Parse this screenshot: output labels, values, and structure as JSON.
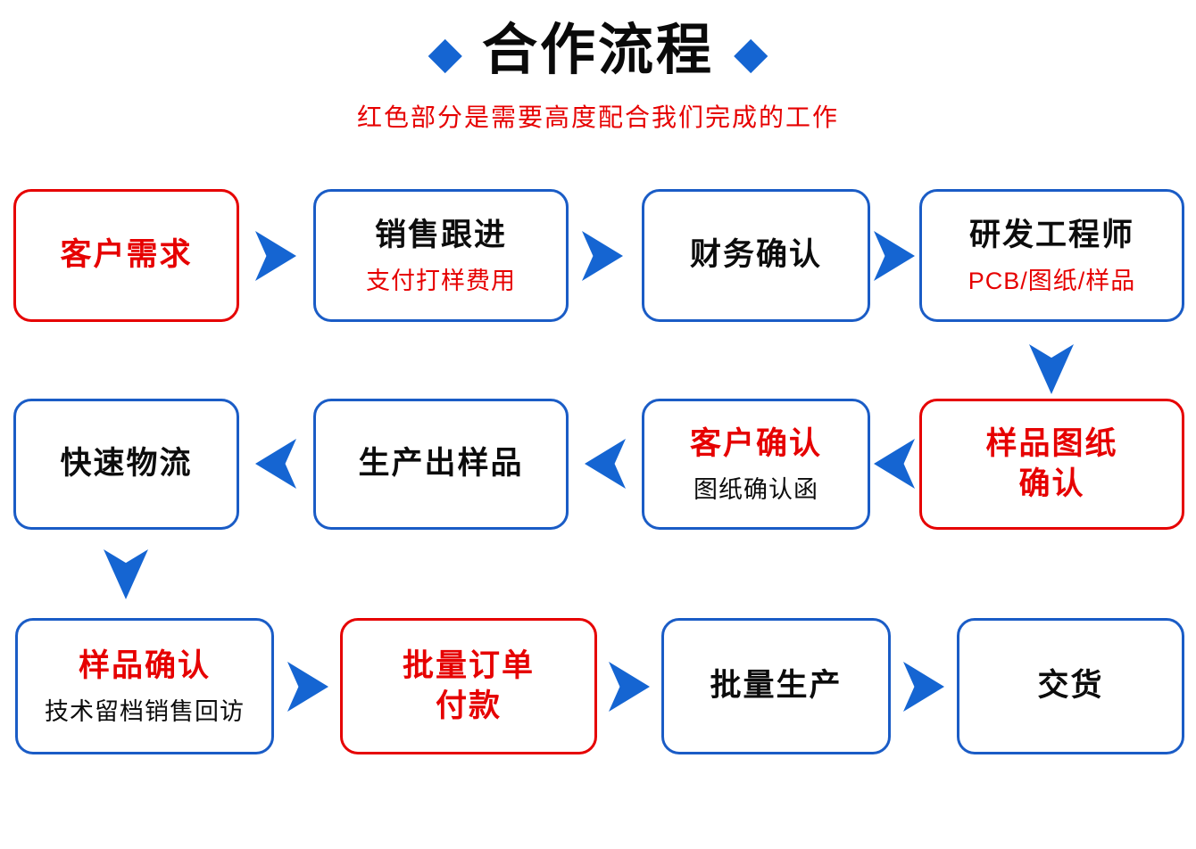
{
  "header": {
    "diamond": "◆",
    "title": "合作流程",
    "subtitle": "红色部分是需要高度配合我们完成的工作"
  },
  "colors": {
    "accent_blue": "#1565d2",
    "border_blue": "#1a5cc6",
    "accent_red": "#e60000",
    "text_black": "#0c0c0c",
    "background": "#ffffff"
  },
  "nodes": {
    "customer_demand": {
      "title": "客户需求"
    },
    "sales_followup": {
      "title": "销售跟进",
      "subtitle": "支付打样费用"
    },
    "finance_confirm": {
      "title": "财务确认"
    },
    "rd_engineer": {
      "title": "研发工程师",
      "subtitle": "PCB/图纸/样品"
    },
    "fast_logistics": {
      "title": "快速物流"
    },
    "produce_sample": {
      "title": "生产出样品"
    },
    "customer_confirm": {
      "title": "客户确认",
      "subtitle": "图纸确认函"
    },
    "sample_drawing_confirm": {
      "title_line1": "样品图纸",
      "title_line2": "确认"
    },
    "sample_confirm": {
      "title": "样品确认",
      "subtitle": "技术留档销售回访"
    },
    "bulk_order_payment": {
      "title_line1": "批量订单",
      "title_line2": "付款"
    },
    "bulk_production": {
      "title": "批量生产"
    },
    "delivery": {
      "title": "交货"
    }
  },
  "flow_sequence": [
    "客户需求",
    "销售跟进",
    "财务确认",
    "研发工程师",
    "样品图纸确认",
    "客户确认",
    "生产出样品",
    "快速物流",
    "样品确认",
    "批量订单付款",
    "批量生产",
    "交货"
  ]
}
